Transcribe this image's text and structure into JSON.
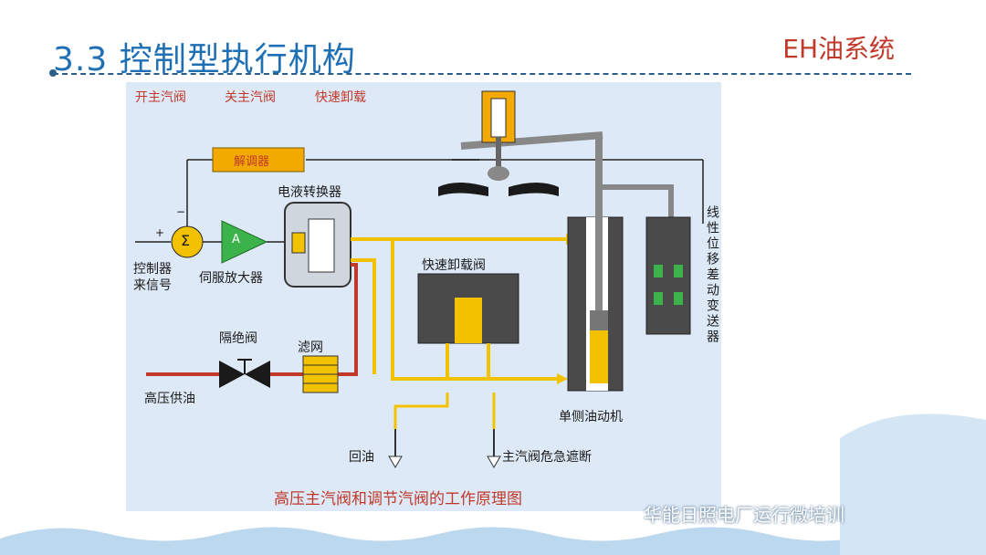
{
  "header": {
    "title": "3.3 控制型执行机构",
    "brand": "EH油系统"
  },
  "legend_top": [
    "开主汽阀",
    "关主汽阀",
    "快速卸载"
  ],
  "labels": {
    "demodulator": "解调器",
    "ehc": "电液转换器",
    "servo_amp": "伺服放大器",
    "amp_symbol": "A",
    "sum_symbol": "Σ",
    "plus": "+",
    "minus": "−",
    "controller_signal": "控制器\n来信号",
    "isolation_valve": "隔绝阀",
    "filter": "滤网",
    "hp_supply": "高压供油",
    "dump_valve": "快速卸载阀",
    "lvdt": "线性位移差动变送器",
    "actuator": "单侧油动机",
    "return_oil": "回油",
    "trip": "主汽阀危急遮断"
  },
  "caption": "高压主汽阀和调节汽阀的工作原理图",
  "watermark": "华能日照电厂运行微培训",
  "colors": {
    "title": "#1f6fb5",
    "accent": "#c0392b",
    "oil": "#f2c200",
    "panel": "#dde9f6"
  }
}
